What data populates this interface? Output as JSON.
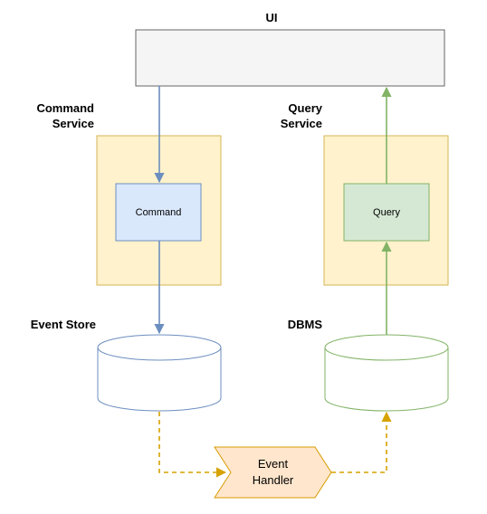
{
  "nodes": {
    "ui": {
      "label": "UI"
    },
    "command_service": {
      "label_line1": "Command",
      "label_line2": "Service"
    },
    "query_service": {
      "label_line1": "Query",
      "label_line2": "Service"
    },
    "command": {
      "label": "Command"
    },
    "query": {
      "label": "Query"
    },
    "event_store": {
      "label": "Event Store"
    },
    "dbms": {
      "label": "DBMS"
    },
    "event_handler": {
      "label_line1": "Event",
      "label_line2": "Handler"
    }
  },
  "colors": {
    "ui_fill": "#f5f5f5",
    "service_fill": "#fff2cc",
    "service_stroke": "#d6b656",
    "command_fill": "#dae8fc",
    "command_stroke": "#6c8ebf",
    "query_fill": "#d5e8d4",
    "query_stroke": "#82b366",
    "handler_fill": "#ffe6cc",
    "handler_stroke": "#d79b00",
    "dashed_arrow": "#d6a200"
  }
}
